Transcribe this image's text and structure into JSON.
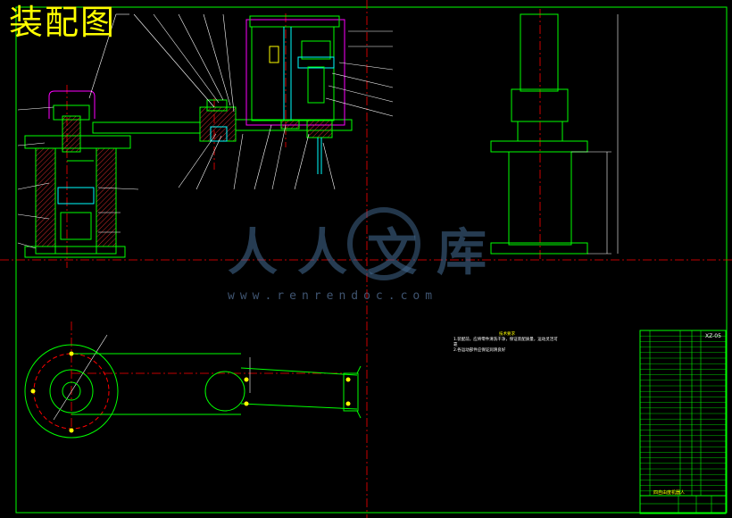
{
  "drawing": {
    "title": "装配图",
    "watermark": "人人文库",
    "watermark_url": "www.renrendoc.com",
    "tech_notes": {
      "title": "技术要求",
      "lines": [
        "1.装配前，应将零件清洗干净，保证装配质量，运动灵活可靠",
        "2.各运动部件应保证润滑良好"
      ]
    },
    "title_block": {
      "top_right": "XZ-05",
      "footer_label": "四自由度机器人"
    },
    "colors": {
      "background": "#000000",
      "frame": "#00ff00",
      "part_outline": "#00ff00",
      "centerline": "#ff0000",
      "hatch": "#ff3333",
      "leader": "#ffffff",
      "title": "#ffff00",
      "detail": "#00ffff",
      "magenta": "#ff00ff"
    }
  }
}
